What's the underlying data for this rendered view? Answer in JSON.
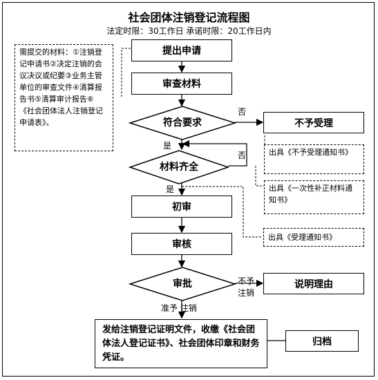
{
  "title": "社会团体注销登记流程图",
  "subtitle": "法定时限：30工作日  承诺时限：20工作日内",
  "nodes": {
    "submit": "提出申请",
    "review": "审查材料",
    "meets": "符合要求",
    "reject": "不予受理",
    "complete": "材料齐全",
    "first_review": "初审",
    "verify": "审核",
    "approve": "审批",
    "explain": "说明理由",
    "issue": "发给注销登记证明文件，收缴《社会团体法人登记证书》、社会团体印章和财务凭证。",
    "archive": "归档"
  },
  "notes": {
    "materials": "需提交的材料：①注销登记申请书②决定注销的会议决议或纪要③业务主管单位的审查文件④清算报告书⑤清算审计报告⑥《社会团体法人注销登记申请表》。",
    "reject_notice": "出具《不予受理通知书》",
    "supplement_notice": "出具《一次性补正材料通知书》",
    "accept_notice": "出具《受理通知书》"
  },
  "edge_labels": {
    "no_1": "否",
    "yes_1": "是",
    "no_2": "否",
    "yes_2": "是",
    "not_grant_1": "不予",
    "not_grant_2": "注销",
    "grant": "准予  注销"
  }
}
